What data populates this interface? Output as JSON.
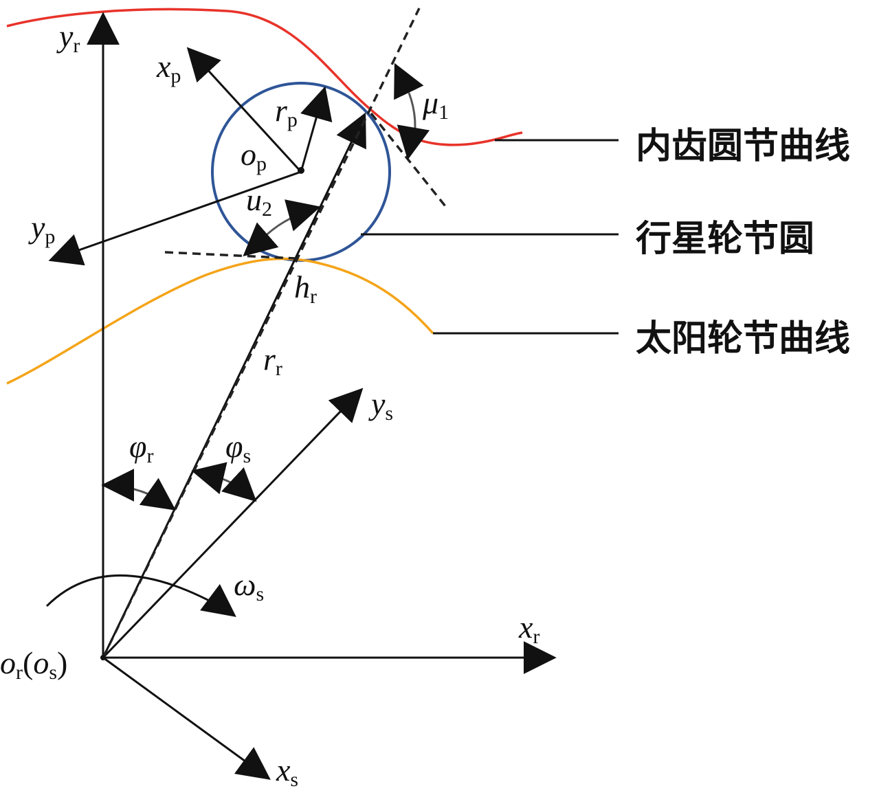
{
  "labels": {
    "y_r": {
      "main": "y",
      "sub": "r"
    },
    "x_p": {
      "main": "x",
      "sub": "p"
    },
    "r_p": {
      "main": "r",
      "sub": "p"
    },
    "mu_1": {
      "main": "μ",
      "sub": "1"
    },
    "o_p": {
      "main": "o",
      "sub": "p"
    },
    "u_2": {
      "main": "u",
      "sub": "2"
    },
    "y_p": {
      "main": "y",
      "sub": "p"
    },
    "h_r": {
      "main": "h",
      "sub": "r"
    },
    "r_r": {
      "main": "r",
      "sub": "r"
    },
    "y_s": {
      "main": "y",
      "sub": "s"
    },
    "phi_r": {
      "main": "φ",
      "sub": "r"
    },
    "phi_s": {
      "main": "φ",
      "sub": "s"
    },
    "omega_s": {
      "main": "ω",
      "sub": "s"
    },
    "x_r": {
      "main": "x",
      "sub": "r"
    },
    "origin": {
      "main1": "o",
      "sub1": "r",
      "open": "(",
      "main2": "o",
      "sub2": "s",
      "close": ")"
    },
    "x_s": {
      "main": "x",
      "sub": "s"
    }
  },
  "legend": {
    "ring_curve": "内齿圆节曲线",
    "planet_circle": "行星轮节圆",
    "sun_curve": "太阳轮节曲线"
  },
  "colors": {
    "ring_curve": "#e8332a",
    "planet_circle": "#2f5597",
    "sun_curve": "#f4a418"
  }
}
